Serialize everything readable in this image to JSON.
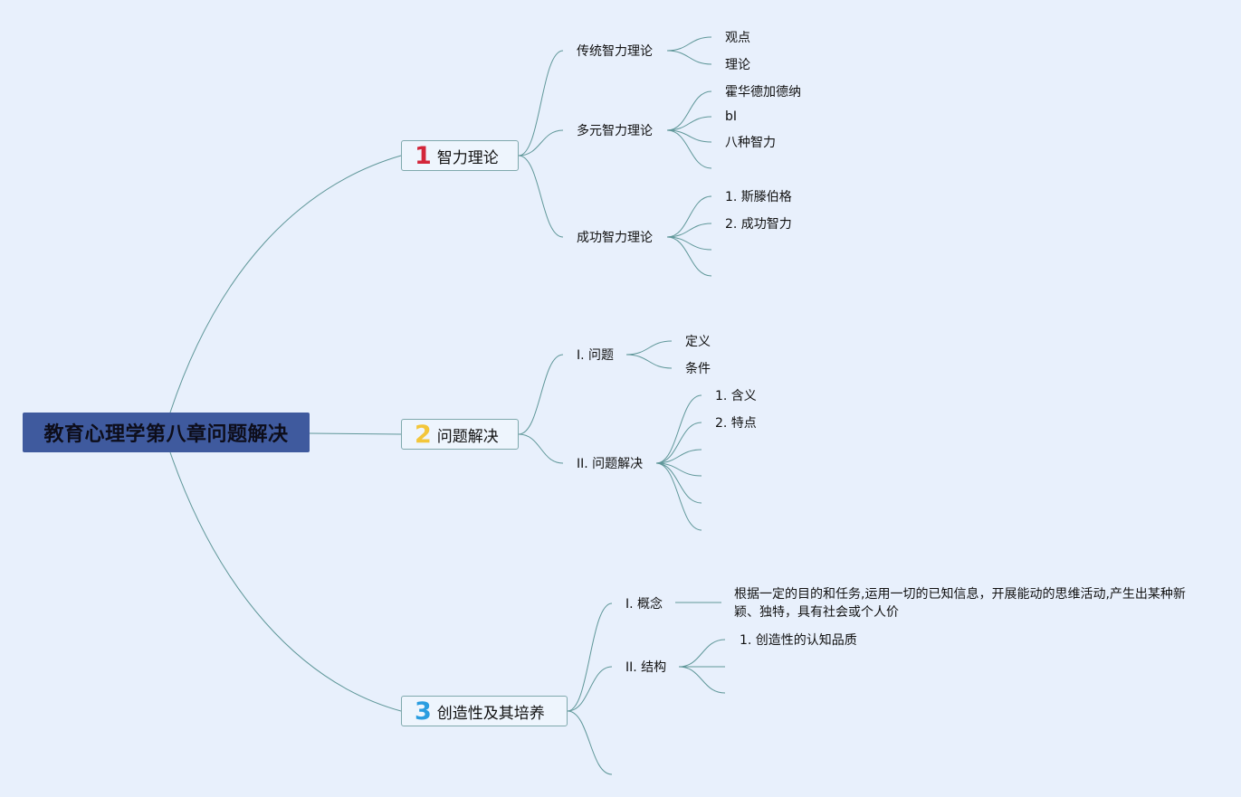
{
  "root": {
    "title": "教育心理学第八章问题解决"
  },
  "colors": {
    "background": "#e8f0fc",
    "root": "#3f5a9e",
    "line": "#5f9799",
    "num1": "#d3263a",
    "num2": "#f3c63a",
    "num3": "#2a9de0"
  },
  "branches": [
    {
      "num": "1",
      "title": "智力理论",
      "subs": [
        {
          "label": "传统智力理论",
          "children": [
            "观点",
            "理论"
          ]
        },
        {
          "label": "多元智力理论",
          "children": [
            "霍华德加德纳",
            "bI",
            "八种智力",
            ""
          ]
        },
        {
          "label": "成功智力理论",
          "children": [
            "1. 斯滕伯格",
            "2. 成功智力",
            "",
            ""
          ]
        }
      ]
    },
    {
      "num": "2",
      "title": "问题解决",
      "subs": [
        {
          "label": "I. 问题",
          "children": [
            "定义",
            "条件"
          ]
        },
        {
          "label": "II. 问题解决",
          "children": [
            "1. 含义",
            "2. 特点",
            "",
            "",
            "",
            ""
          ]
        }
      ]
    },
    {
      "num": "3",
      "title": "创造性及其培养",
      "subs": [
        {
          "label": "I. 概念",
          "children": [
            "根据一定的目的和任务,运用一切的已知信息，开展能动的思维活动,产生出某种新颖、独特，具有社会或个人价"
          ]
        },
        {
          "label": "II. 结构",
          "children": [
            "1. 创造性的认知品质",
            "",
            ""
          ]
        },
        {
          "label": "",
          "children": []
        }
      ]
    }
  ]
}
